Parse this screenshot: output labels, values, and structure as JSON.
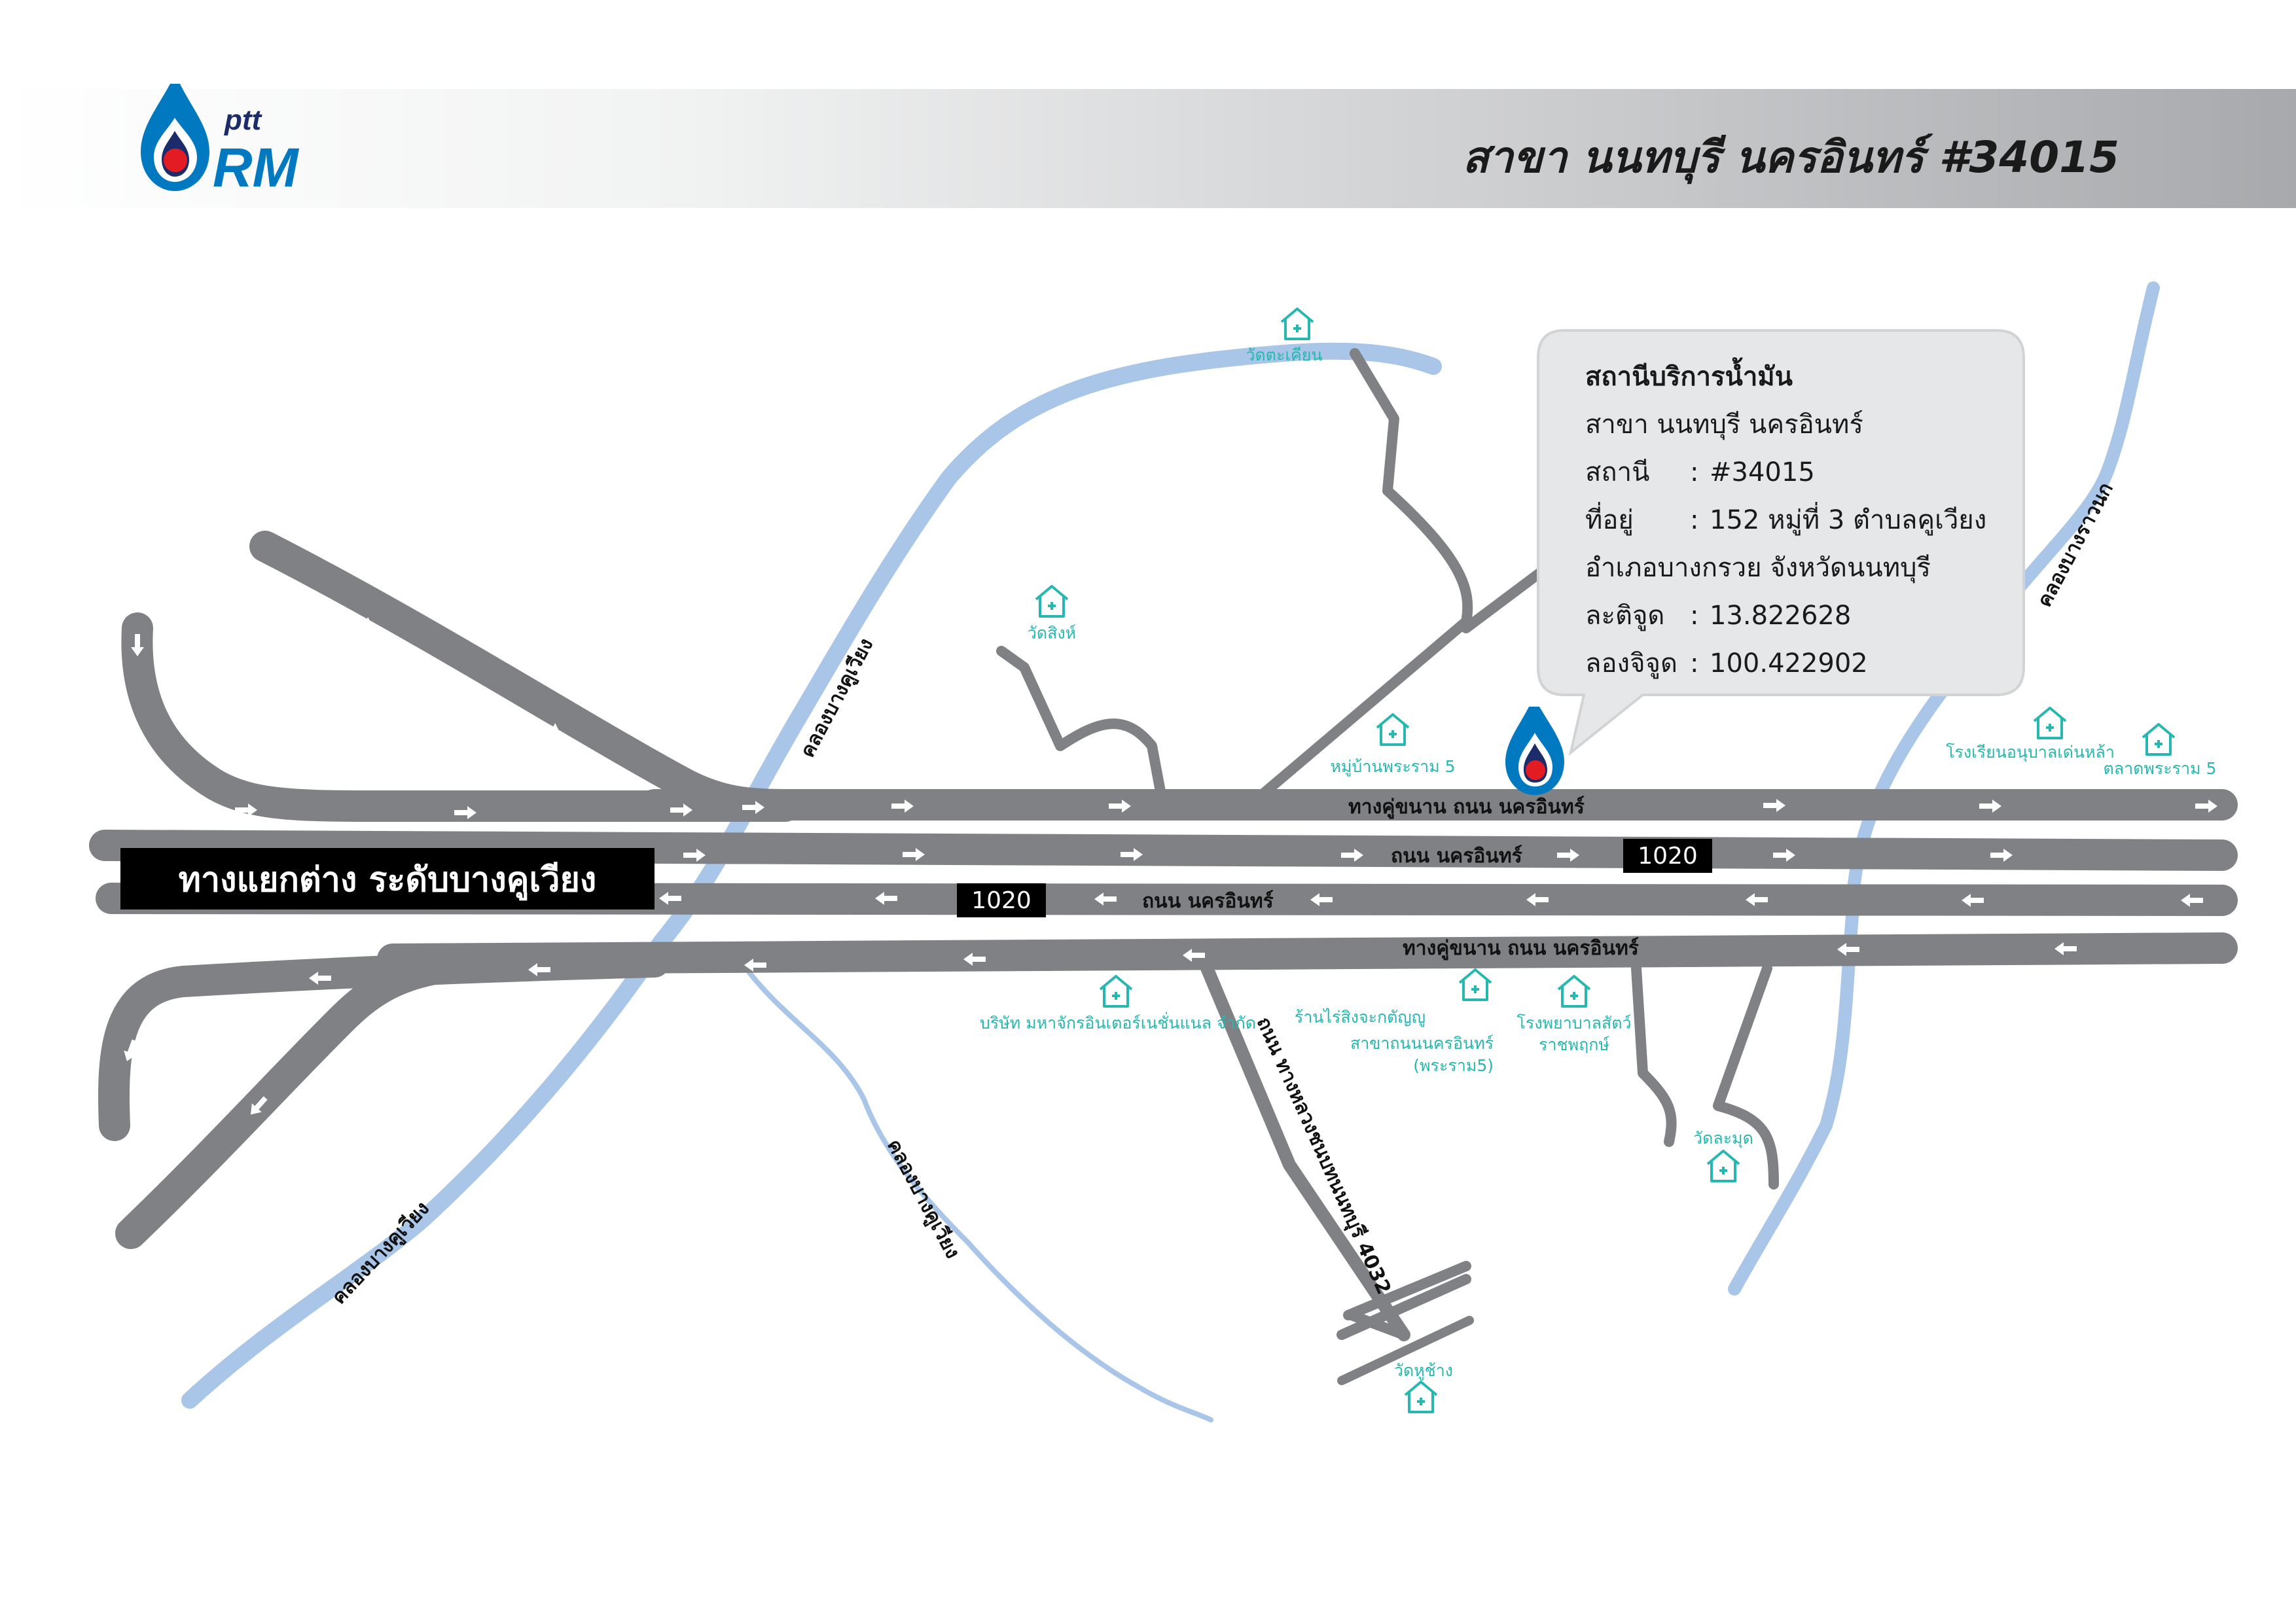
{
  "header": {
    "brand_small": "ptt",
    "brand_large": "RM",
    "title": "สาขา นนทบุรี นครอินทร์ #34015"
  },
  "junction_label": "ทางแยกต่าง ระดับบางคูเวียง",
  "info_box": {
    "title": "สถานีบริการน้ำมัน",
    "branch": "สาขา นนทบุรี นครอินทร์",
    "station_key": "สถานี",
    "station_value": "#34015",
    "address_key": "ที่อยู่",
    "address_line1": "152 หมู่ที่ 3 ตำบลคูเวียง",
    "address_line2": "อำเภอบางกรวย จังหวัดนนทบุรี",
    "lat_key": "ละติจูด",
    "lat_value": "13.822628",
    "lon_key": "ลองจิจูด",
    "lon_value": "100.422902",
    "separator": ":"
  },
  "roads": {
    "frontage_north": "ทางคู่ขนาน ถนน นครอินทร์",
    "main_east": "ถนน นครอินทร์",
    "main_west": "ถนน นครอินทร์",
    "frontage_south": "ทางคู่ขนาน ถนน นครอินทร์",
    "route_4032": "ถนน ทางหลวงชนบทนนทบุรี 4032",
    "route_number_east": "1020",
    "route_number_west": "1020"
  },
  "canals": {
    "bang_khu_wiang_north": "คลองบางคูเวียง",
    "bang_khu_wiang_southwest": "คลองบางคูเวียง",
    "bang_khu_wiang_south": "คลองบางคูเวียง",
    "bang_rao_nok": "คลองบางราวนก"
  },
  "pois": {
    "wat_takhian": "วัดตะเคียน",
    "wat_sing": "วัดสิงห์",
    "mu_ban_phra_ram5": "หมู่บ้านพระราม 5",
    "school": "โรงเรียนอนุบาลเด่นหล้า",
    "market": "ตลาดพระราม 5",
    "company": "บริษัท มหาจักรอินเตอร์เนชั่นแนล จำกัด",
    "shop_line1": "ร้านไร่สิงจะกตัญญู",
    "shop_line2": "สาขาถนนนครอินทร์",
    "shop_line3": "(พระราม5)",
    "vet_line1": "โรงพยาบาลสัตว์",
    "vet_line2": "ราชพฤกษ์",
    "wat_lamut": "วัดละมุด",
    "wat_huchang": "วัดหูช้าง"
  },
  "colors": {
    "road": "#808184",
    "river": "#a9c6e8",
    "poi": "#26b8b0",
    "brand_blue": "#0079c1",
    "brand_red": "#e31b23",
    "brand_navy": "#1c2c6b"
  },
  "icons": {
    "station_marker": "ptt-drop-icon",
    "poi_marker": "house-plus-icon"
  }
}
